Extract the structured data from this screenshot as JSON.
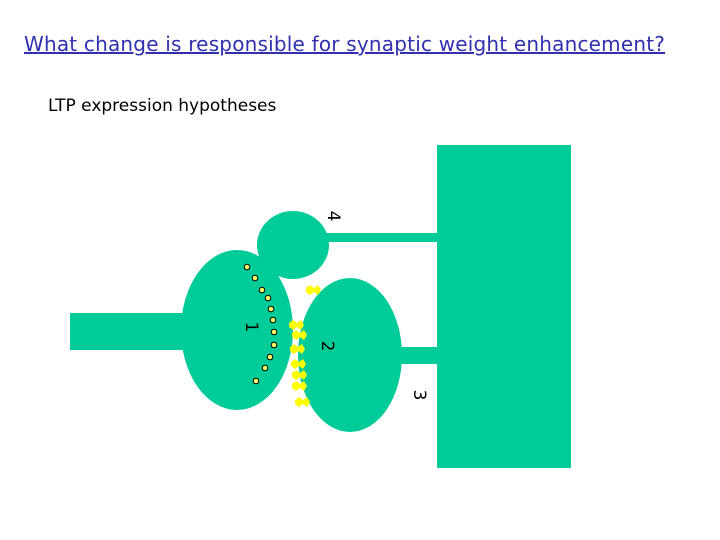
{
  "title": "What change is responsible for synaptic weight enhancement?",
  "subtitle": "LTP expression hypotheses",
  "colors": {
    "cell": "#00cc99",
    "vesicle": "#ffff66",
    "receptor": "#ffff00",
    "title": "#3030b0"
  },
  "labels": {
    "site_1": "1",
    "site_2": "2",
    "site_3": "3",
    "site_4": "4"
  }
}
